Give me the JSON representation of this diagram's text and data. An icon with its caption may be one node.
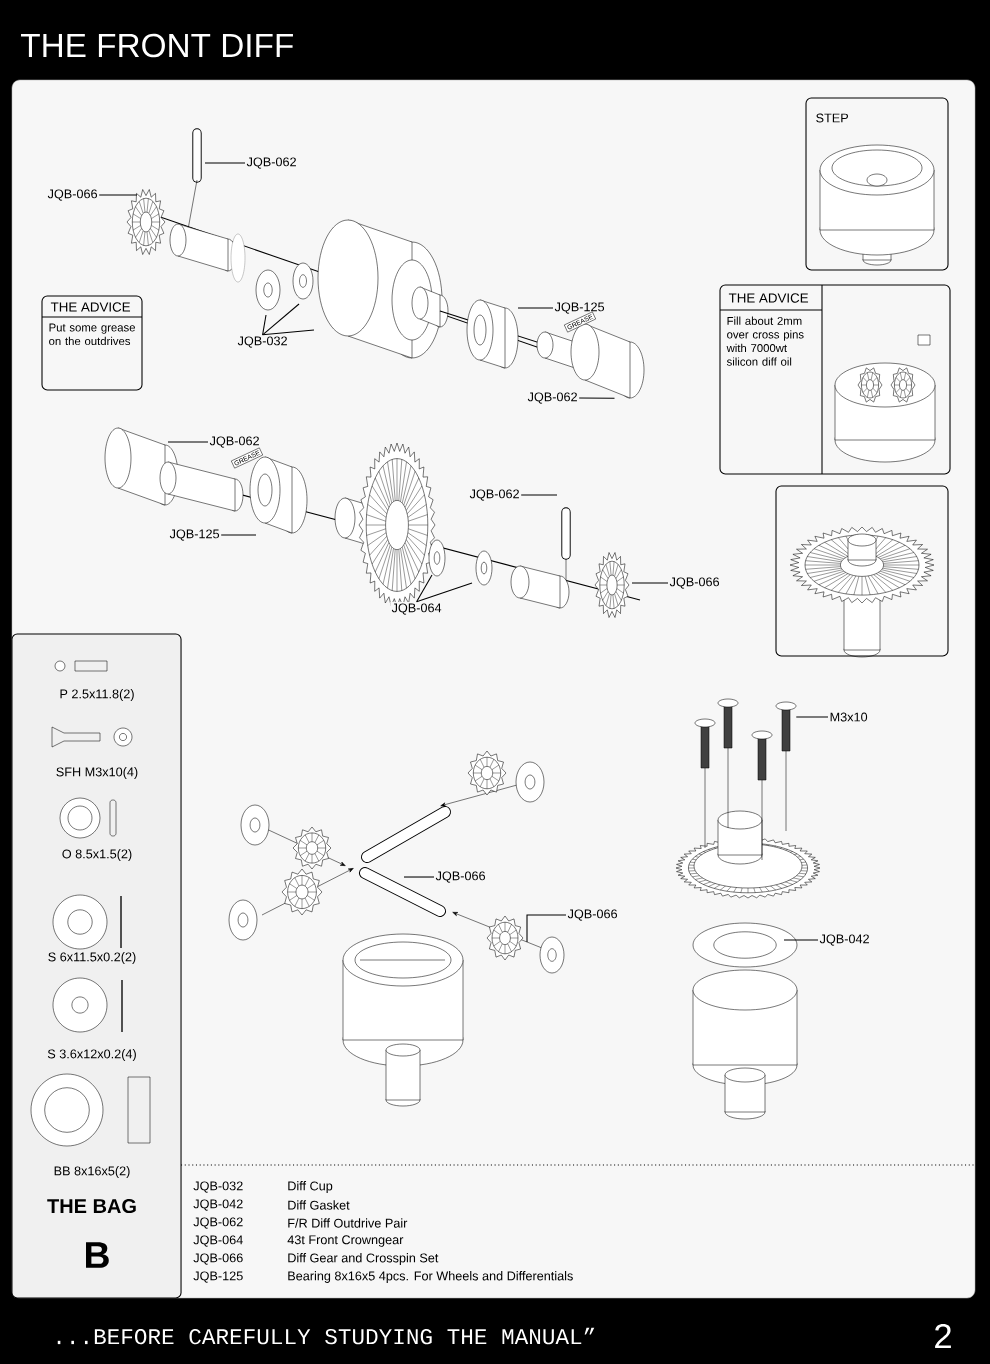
{
  "diagram": {
    "title": "THE FRONT DIFF",
    "nodes": [
      {
        "text": [
          "JQB-066"
        ]
      },
      {
        "text": [
          "JQB-062"
        ]
      },
      {
        "text": [
          "JQB-032"
        ]
      },
      {
        "text": [
          "JQB-125"
        ]
      },
      {
        "text": [
          "JQB-062"
        ]
      },
      {
        "text": [
          "THE ADVICE",
          "Put some grease on the outdrives"
        ]
      },
      {
        "text": [
          "STEP"
        ]
      },
      {
        "text": [
          "THE ADVICE",
          "Fill about 2mm over cross pins with 7000wt silicon diff oil"
        ]
      },
      {
        "text": [
          "JQB-062"
        ]
      },
      {
        "text": [
          "JQB-125"
        ]
      },
      {
        "text": [
          "JQB-062"
        ]
      },
      {
        "text": [
          "JQB-064"
        ]
      },
      {
        "text": [
          "JQB-066"
        ]
      },
      {
        "text": [],
        "shape": "box"
      },
      {
        "text": [
          "P 2.5x11.8(2)",
          "SFH M3x10(4)",
          "O 8.5x1.5(2)",
          "S 6x11.5x0.2(2)",
          "S 3.6x12x0.2(4)",
          "BB 8x16x5(2)",
          "THE BAG",
          "B"
        ]
      },
      {
        "text": [
          "JQB-066"
        ]
      },
      {
        "text": [
          "JQB-066"
        ]
      },
      {
        "text": [
          "M3x10"
        ]
      },
      {
        "text": [
          "JQB-042"
        ]
      },
      {
        "text": [],
        "shape": "picture"
      },
      {
        "text": [],
        "shape": "picture"
      }
    ],
    "edges": [
      {
        "from": 0,
        "to": null,
        "arrow": "none"
      },
      {
        "from": 1,
        "to": null,
        "arrow": "none"
      },
      {
        "from": 2,
        "to": null,
        "arrow": "none"
      },
      {
        "from": 2,
        "to": null,
        "arrow": "none"
      },
      {
        "from": 2,
        "to": null,
        "arrow": "none"
      },
      {
        "from": 3,
        "to": null,
        "arrow": "none"
      },
      {
        "from": 4,
        "to": 19,
        "arrow": "none"
      },
      {
        "from": 8,
        "to": null,
        "arrow": "none"
      },
      {
        "from": 9,
        "to": null,
        "arrow": "none"
      },
      {
        "from": 10,
        "to": null,
        "arrow": "none"
      },
      {
        "from": 11,
        "to": null,
        "arrow": "none"
      },
      {
        "from": 11,
        "to": null,
        "arrow": "none"
      },
      {
        "from": 12,
        "to": null,
        "arrow": "none"
      },
      {
        "from": 15,
        "to": null,
        "arrow": "none"
      },
      {
        "from": 16,
        "to": null,
        "arrow": "none"
      },
      {
        "from": 17,
        "to": 20,
        "arrow": "none"
      },
      {
        "from": 18,
        "to": null,
        "arrow": "none"
      }
    ],
    "labels": [
      "GREASE",
      "GREASE",
      "JQB-032",
      "Diff Cup",
      "JQB-042",
      "Diff Gasket",
      "JQB-062",
      "F/R Diff Outdrive Pair",
      "JQB-064",
      "43t Front Crowngear",
      "JQB-066",
      "Diff Gear and Crosspin Set",
      "JQB-125",
      "Bearing 8x16x5 4pcs. For Wheels and Differentials",
      "...BEFORE CAREFULLY STUDYING THE MANUAL”",
      "2"
    ]
  }
}
